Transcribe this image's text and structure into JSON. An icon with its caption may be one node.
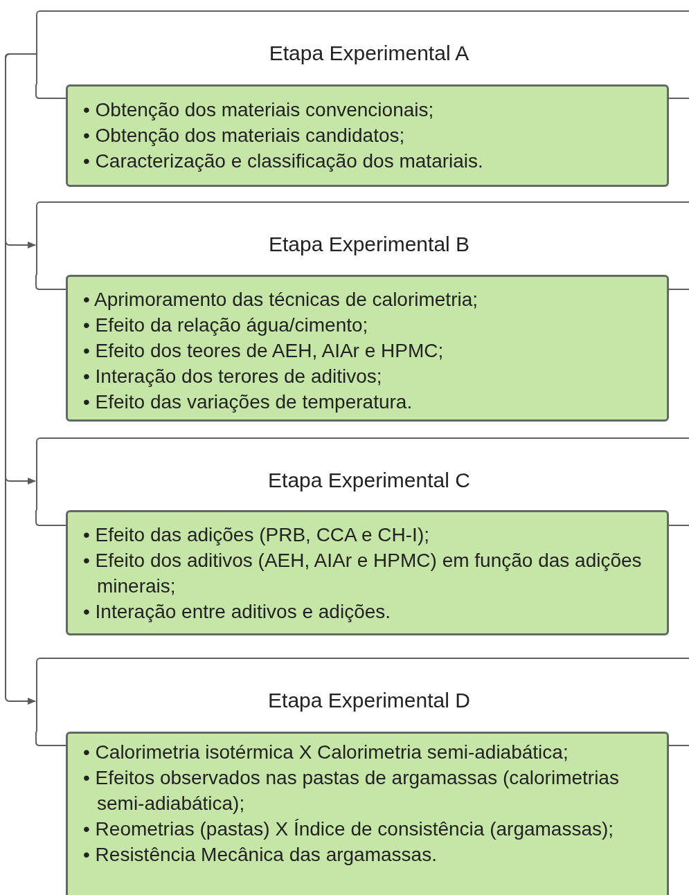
{
  "diagram": {
    "nodes": [
      {
        "text": [
          "Etapa Experimental A"
        ]
      },
      {
        "text": [
          "• Obtenção dos materiais convencionais;",
          "• Obtenção dos materiais candidatos;",
          "• Caracterização e classificação dos matariais."
        ]
      },
      {
        "text": [
          "Etapa Experimental B"
        ]
      },
      {
        "text": [
          "• Aprimoramento das técnicas de calorimetria;",
          "• Efeito da relação água/cimento;",
          "• Efeito dos teores de AEH, AIAr e HPMC;",
          "• Interação dos terores de aditivos;",
          "• Efeito das variações de temperatura."
        ]
      },
      {
        "text": [
          "Etapa Experimental C"
        ]
      },
      {
        "text": [
          "• Efeito das adições (PRB, CCA e CH-I);",
          "• Efeito dos aditivos (AEH, AIAr e HPMC) em função das adições minerais;",
          "• Interação entre aditivos e adições."
        ]
      },
      {
        "text": [
          "Etapa Experimental D"
        ]
      },
      {
        "text": [
          "• Calorimetria isotérmica X Calorimetria semi-adiabática;",
          "• Efeitos observados nas pastas de argamassas (calorimetrias semi-adiabática);",
          "• Reometrias (pastas) X Índice de consistência (argamassas);",
          "• Resistência Mecânica das argamassas."
        ]
      }
    ],
    "edges": [
      {
        "from": 0,
        "to": 2,
        "arrow": "to"
      },
      {
        "from": 0,
        "to": 4,
        "arrow": "to"
      },
      {
        "from": 0,
        "to": 6,
        "arrow": "to"
      }
    ]
  }
}
